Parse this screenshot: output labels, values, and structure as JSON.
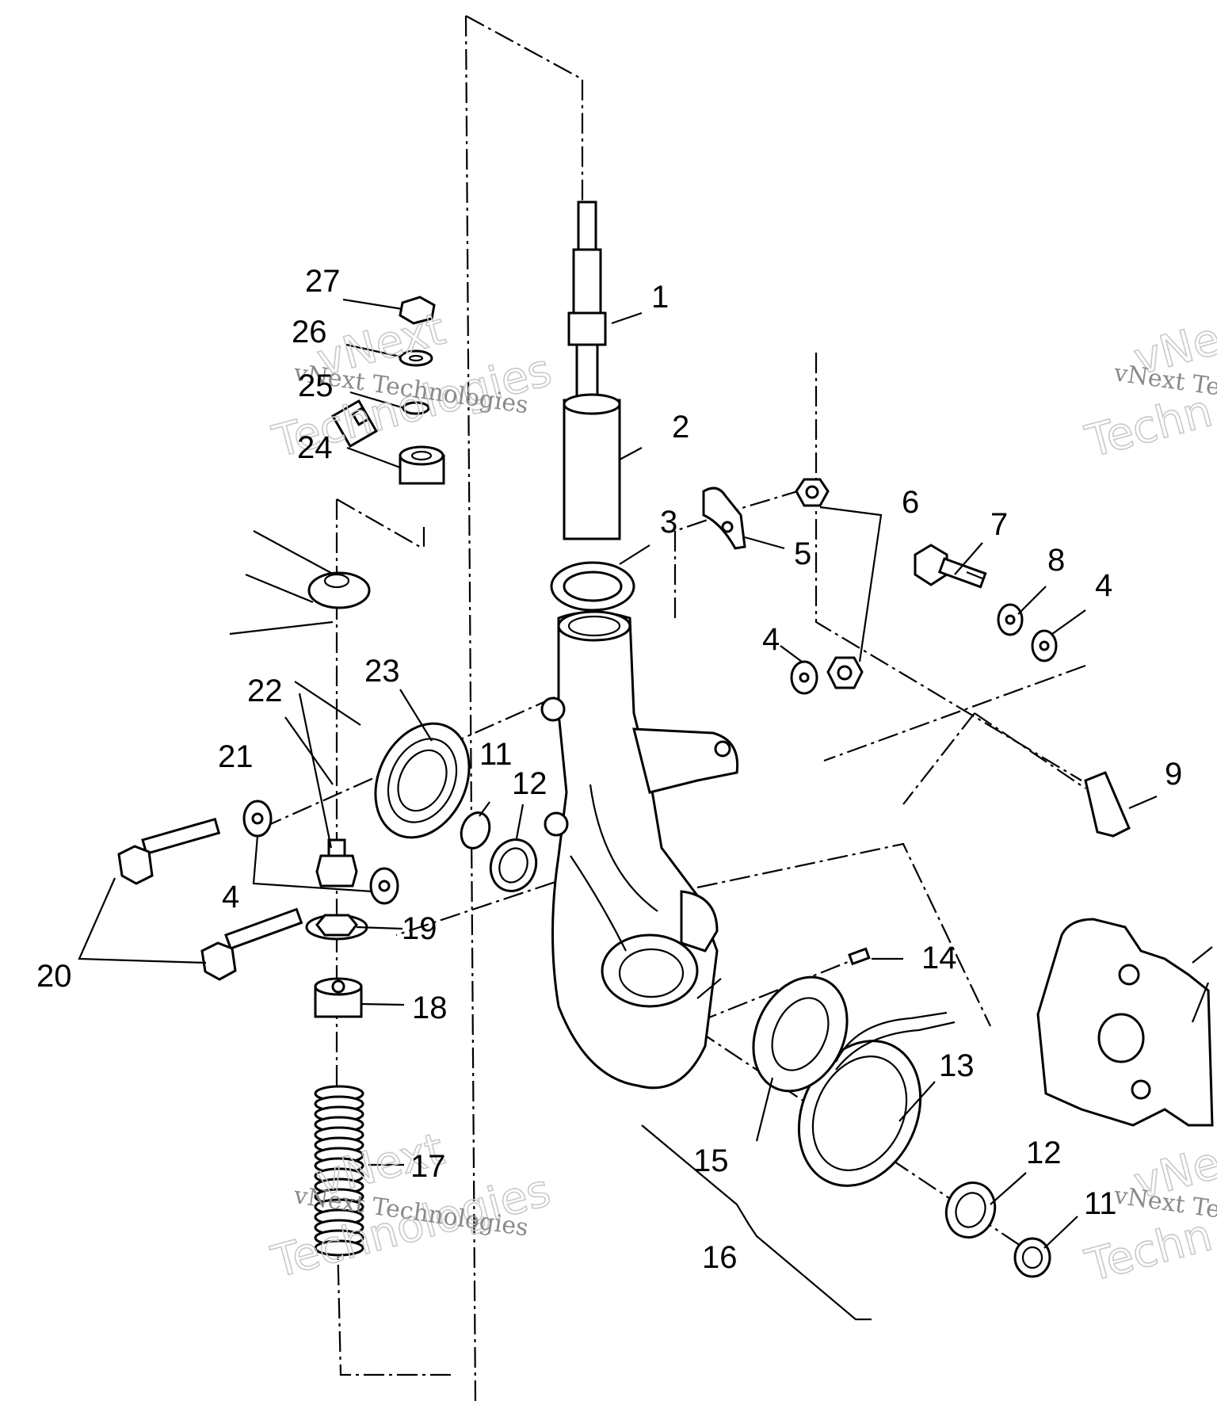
{
  "callouts": [
    {
      "id": "1",
      "text": "1"
    },
    {
      "id": "2",
      "text": "2"
    },
    {
      "id": "3",
      "text": "3"
    },
    {
      "id": "4a",
      "text": "4"
    },
    {
      "id": "4b",
      "text": "4"
    },
    {
      "id": "4c",
      "text": "4"
    },
    {
      "id": "5",
      "text": "5"
    },
    {
      "id": "6",
      "text": "6"
    },
    {
      "id": "7",
      "text": "7"
    },
    {
      "id": "8",
      "text": "8"
    },
    {
      "id": "9",
      "text": "9"
    },
    {
      "id": "11a",
      "text": "11"
    },
    {
      "id": "11b",
      "text": "11"
    },
    {
      "id": "12a",
      "text": "12"
    },
    {
      "id": "12b",
      "text": "12"
    },
    {
      "id": "13",
      "text": "13"
    },
    {
      "id": "14",
      "text": "14"
    },
    {
      "id": "15",
      "text": "15"
    },
    {
      "id": "16",
      "text": "16"
    },
    {
      "id": "17",
      "text": "17"
    },
    {
      "id": "18",
      "text": "18"
    },
    {
      "id": "19",
      "text": "19"
    },
    {
      "id": "20",
      "text": "20"
    },
    {
      "id": "21",
      "text": "21"
    },
    {
      "id": "22",
      "text": "22"
    },
    {
      "id": "23",
      "text": "23"
    },
    {
      "id": "24",
      "text": "24"
    },
    {
      "id": "25",
      "text": "25"
    },
    {
      "id": "26",
      "text": "26"
    },
    {
      "id": "27",
      "text": "27"
    }
  ],
  "watermarks": {
    "line1": "vNext",
    "line2": "Technologies",
    "small": "vNext Technologies",
    "cut_line1": "vNe",
    "cut_line2": "Techn",
    "cut_small": "vNext Te"
  }
}
